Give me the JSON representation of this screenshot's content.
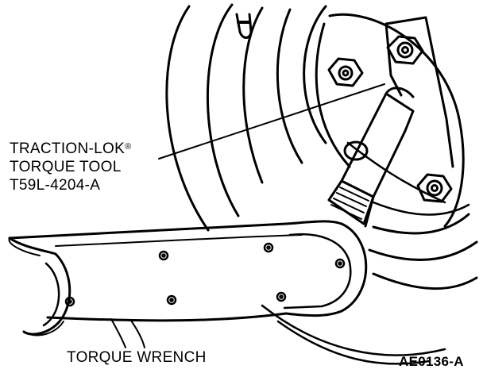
{
  "labels": {
    "tool_name": "TRACTION-LOK",
    "tool_name_mark": "®",
    "tool_line2": "TORQUE TOOL",
    "tool_line3": "T59L-4204-A",
    "wrench": "TORQUE WRENCH",
    "figure_code": "AE0136-A"
  },
  "colors": {
    "ink": "#000000",
    "paper": "#ffffff"
  }
}
